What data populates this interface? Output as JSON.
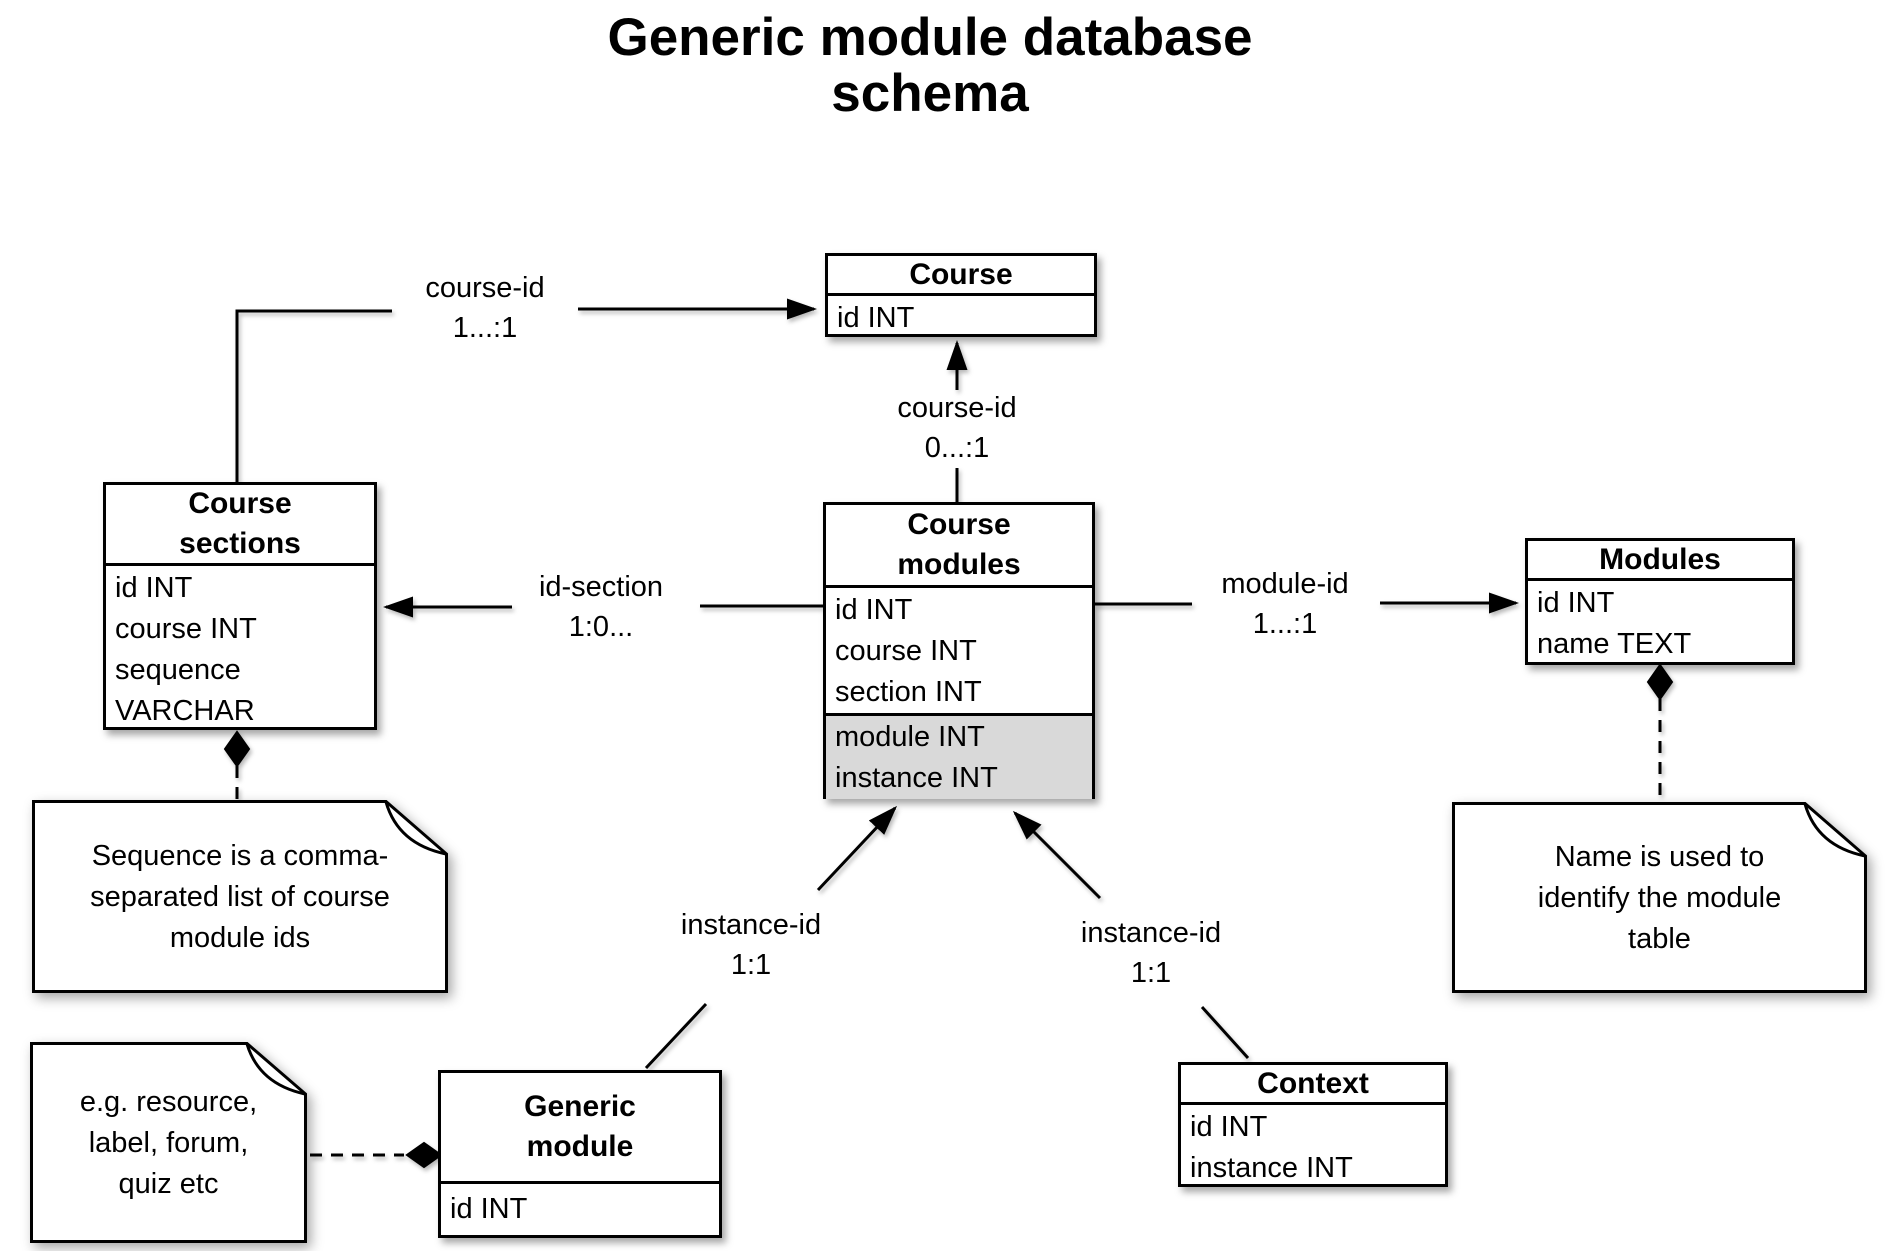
{
  "title": [
    "Generic module database",
    "schema"
  ],
  "colors": {
    "shaded_section": "#d9d9d9",
    "line": "#000000",
    "background": "#ffffff"
  },
  "entities": {
    "course": {
      "name": [
        "Course"
      ],
      "fields": [
        "id INT"
      ]
    },
    "course_sections": {
      "name": [
        "Course",
        "sections"
      ],
      "fields": [
        "id INT",
        "course INT",
        "sequence VARCHAR"
      ]
    },
    "course_modules": {
      "name": [
        "Course",
        "modules"
      ],
      "fields": [
        "id INT",
        "course INT",
        "section INT"
      ],
      "shaded_fields": [
        "module INT",
        "instance INT"
      ]
    },
    "modules": {
      "name": [
        "Modules"
      ],
      "fields": [
        "id INT",
        "name TEXT"
      ]
    },
    "generic_module": {
      "name": [
        "Generic",
        "module"
      ],
      "fields": [
        "id INT"
      ]
    },
    "context": {
      "name": [
        "Context"
      ],
      "fields": [
        "id INT",
        "instance INT"
      ]
    }
  },
  "relationships": {
    "sections_to_course": {
      "label": [
        "course-id",
        "1...:1"
      ]
    },
    "modules_to_course": {
      "label": [
        "course-id",
        "0...:1"
      ]
    },
    "modules_to_sections": {
      "label": [
        "id-section",
        "1:0..."
      ]
    },
    "modules_to_modules": {
      "label": [
        "module-id",
        "1...:1"
      ]
    },
    "generic_to_modules": {
      "label": [
        "instance-id",
        "1:1"
      ]
    },
    "context_to_modules": {
      "label": [
        "instance-id",
        "1:1"
      ]
    }
  },
  "notes": {
    "sequence_note": {
      "text": [
        "Sequence is a comma-",
        "separated list of course",
        "module ids"
      ]
    },
    "name_note": {
      "text": [
        "Name is used to",
        "identify the module",
        "table"
      ]
    },
    "example_note": {
      "text": [
        "e.g. resource,",
        "label, forum,",
        "quiz etc"
      ]
    }
  }
}
